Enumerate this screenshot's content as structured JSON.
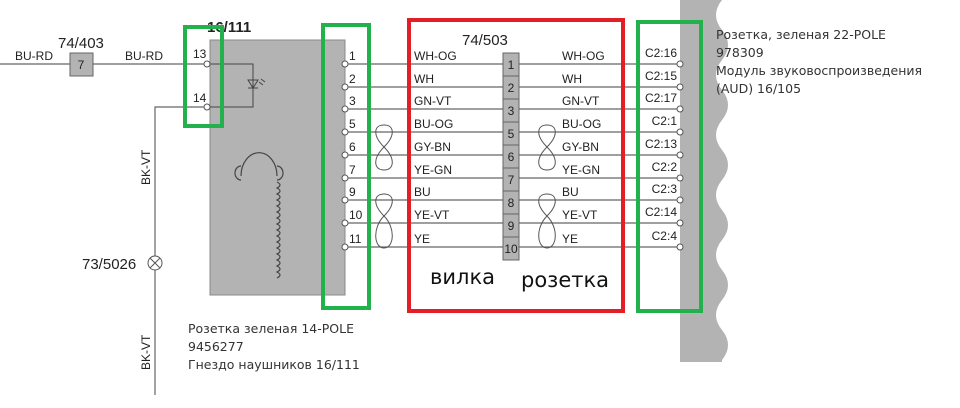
{
  "left_wire": {
    "label_left": "BU-RD",
    "label_right": "BU-RD",
    "fuse_id": "74/403",
    "fuse_pin": "7"
  },
  "headphone_module": {
    "id": "16/111",
    "pins_top": [
      "13",
      "14"
    ],
    "pins": [
      "1",
      "2",
      "3",
      "5",
      "6",
      "7",
      "9",
      "10",
      "11"
    ],
    "side_wire_top": "BK-VT",
    "side_wire_bottom": "BK-VT",
    "ground_id": "73/5026",
    "caption": [
      "Розетка зеленая 14-POLE",
      "9456277",
      "Гнездо наушников 16/111"
    ]
  },
  "connector": {
    "id": "74/503",
    "pins": [
      "1",
      "2",
      "3",
      "5",
      "6",
      "7",
      "8",
      "9",
      "10"
    ],
    "wires_left": [
      "WH-OG",
      "WH",
      "GN-VT",
      "BU-OG",
      "GY-BN",
      "YE-GN",
      "BU",
      "YE-VT",
      "YE"
    ],
    "wires_right": [
      "WH-OG",
      "WH",
      "GN-VT",
      "BU-OG",
      "GY-BN",
      "YE-GN",
      "BU",
      "YE-VT",
      "YE"
    ],
    "label_plug": "вилка",
    "label_socket": "розетка"
  },
  "audio_module": {
    "pins": [
      "C2:16",
      "C2:15",
      "C2:17",
      "C2:1",
      "C2:13",
      "C2:2",
      "C2:3",
      "C2:14",
      "C2:4"
    ],
    "caption": [
      "Розетка, зеленая  22-POLE",
      "978309",
      "Модуль звуковоспроизведения",
      "(AUD) 16/105"
    ]
  },
  "colors": {
    "highlight_green": "#22b14c",
    "highlight_red": "#e41e26",
    "module_gray": "#b3b3b3"
  }
}
